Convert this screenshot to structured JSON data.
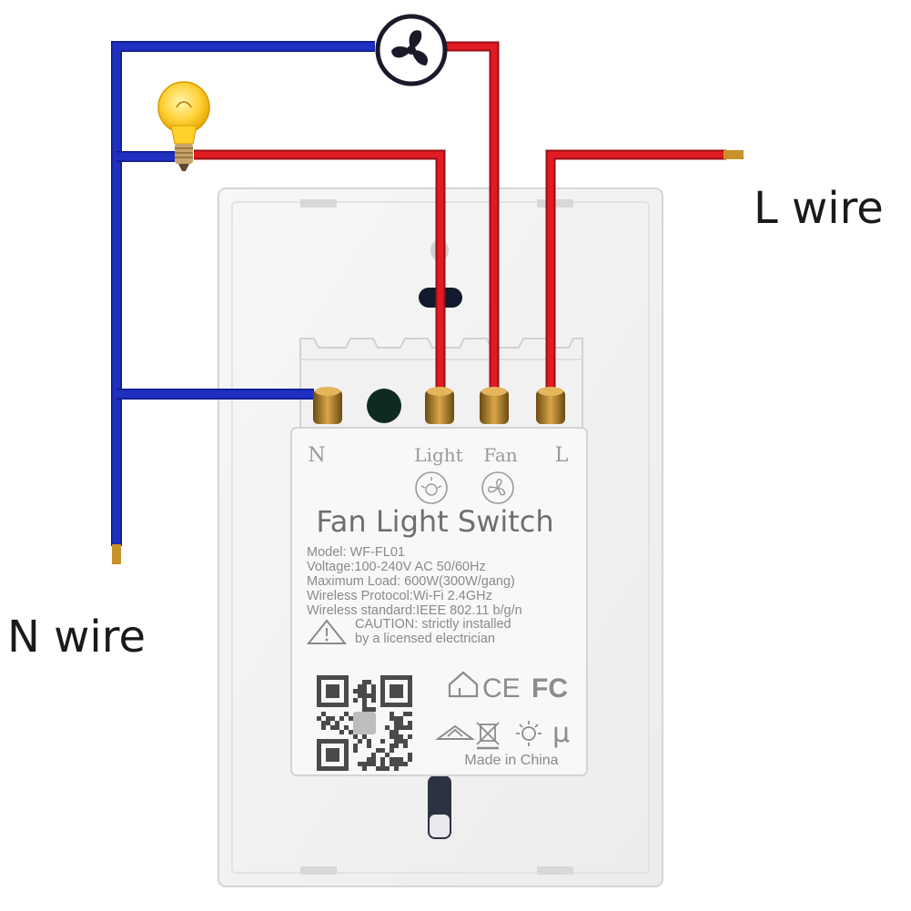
{
  "labels": {
    "l_wire": "L wire",
    "n_wire": "N wire"
  },
  "terminals": {
    "n": "N",
    "light": "Light",
    "fan": "Fan",
    "l": "L"
  },
  "module": {
    "title": "Fan Light Switch",
    "model": "Model: WF-FL01",
    "voltage": "Voltage:100-240V AC 50/60Hz",
    "max_load": "Maximum Load: 600W(300W/gang)",
    "protocol": "Wireless Protocol:Wi-Fi 2.4GHz",
    "standard": "Wireless standard:IEEE 802.11 b/g/n",
    "caution_line1": "CAUTION: strictly installed",
    "caution_line2": "by a licensed electrician",
    "made_in": "Made in China",
    "ce_mark": "CE",
    "fc_mark": "FC",
    "mu_mark": "μ"
  },
  "colors": {
    "neutral_wire": "#1f2fbf",
    "live_wire": "#e01b24",
    "background": "#ffffff",
    "plate": "#f2f2f2",
    "module": "#f7f7f7"
  },
  "icons": [
    "fan-icon",
    "light-bulb-icon",
    "warning-icon",
    "house-icon",
    "qr-code",
    "rcm-mark-icon",
    "weee-bin-icon",
    "sun-icon"
  ]
}
